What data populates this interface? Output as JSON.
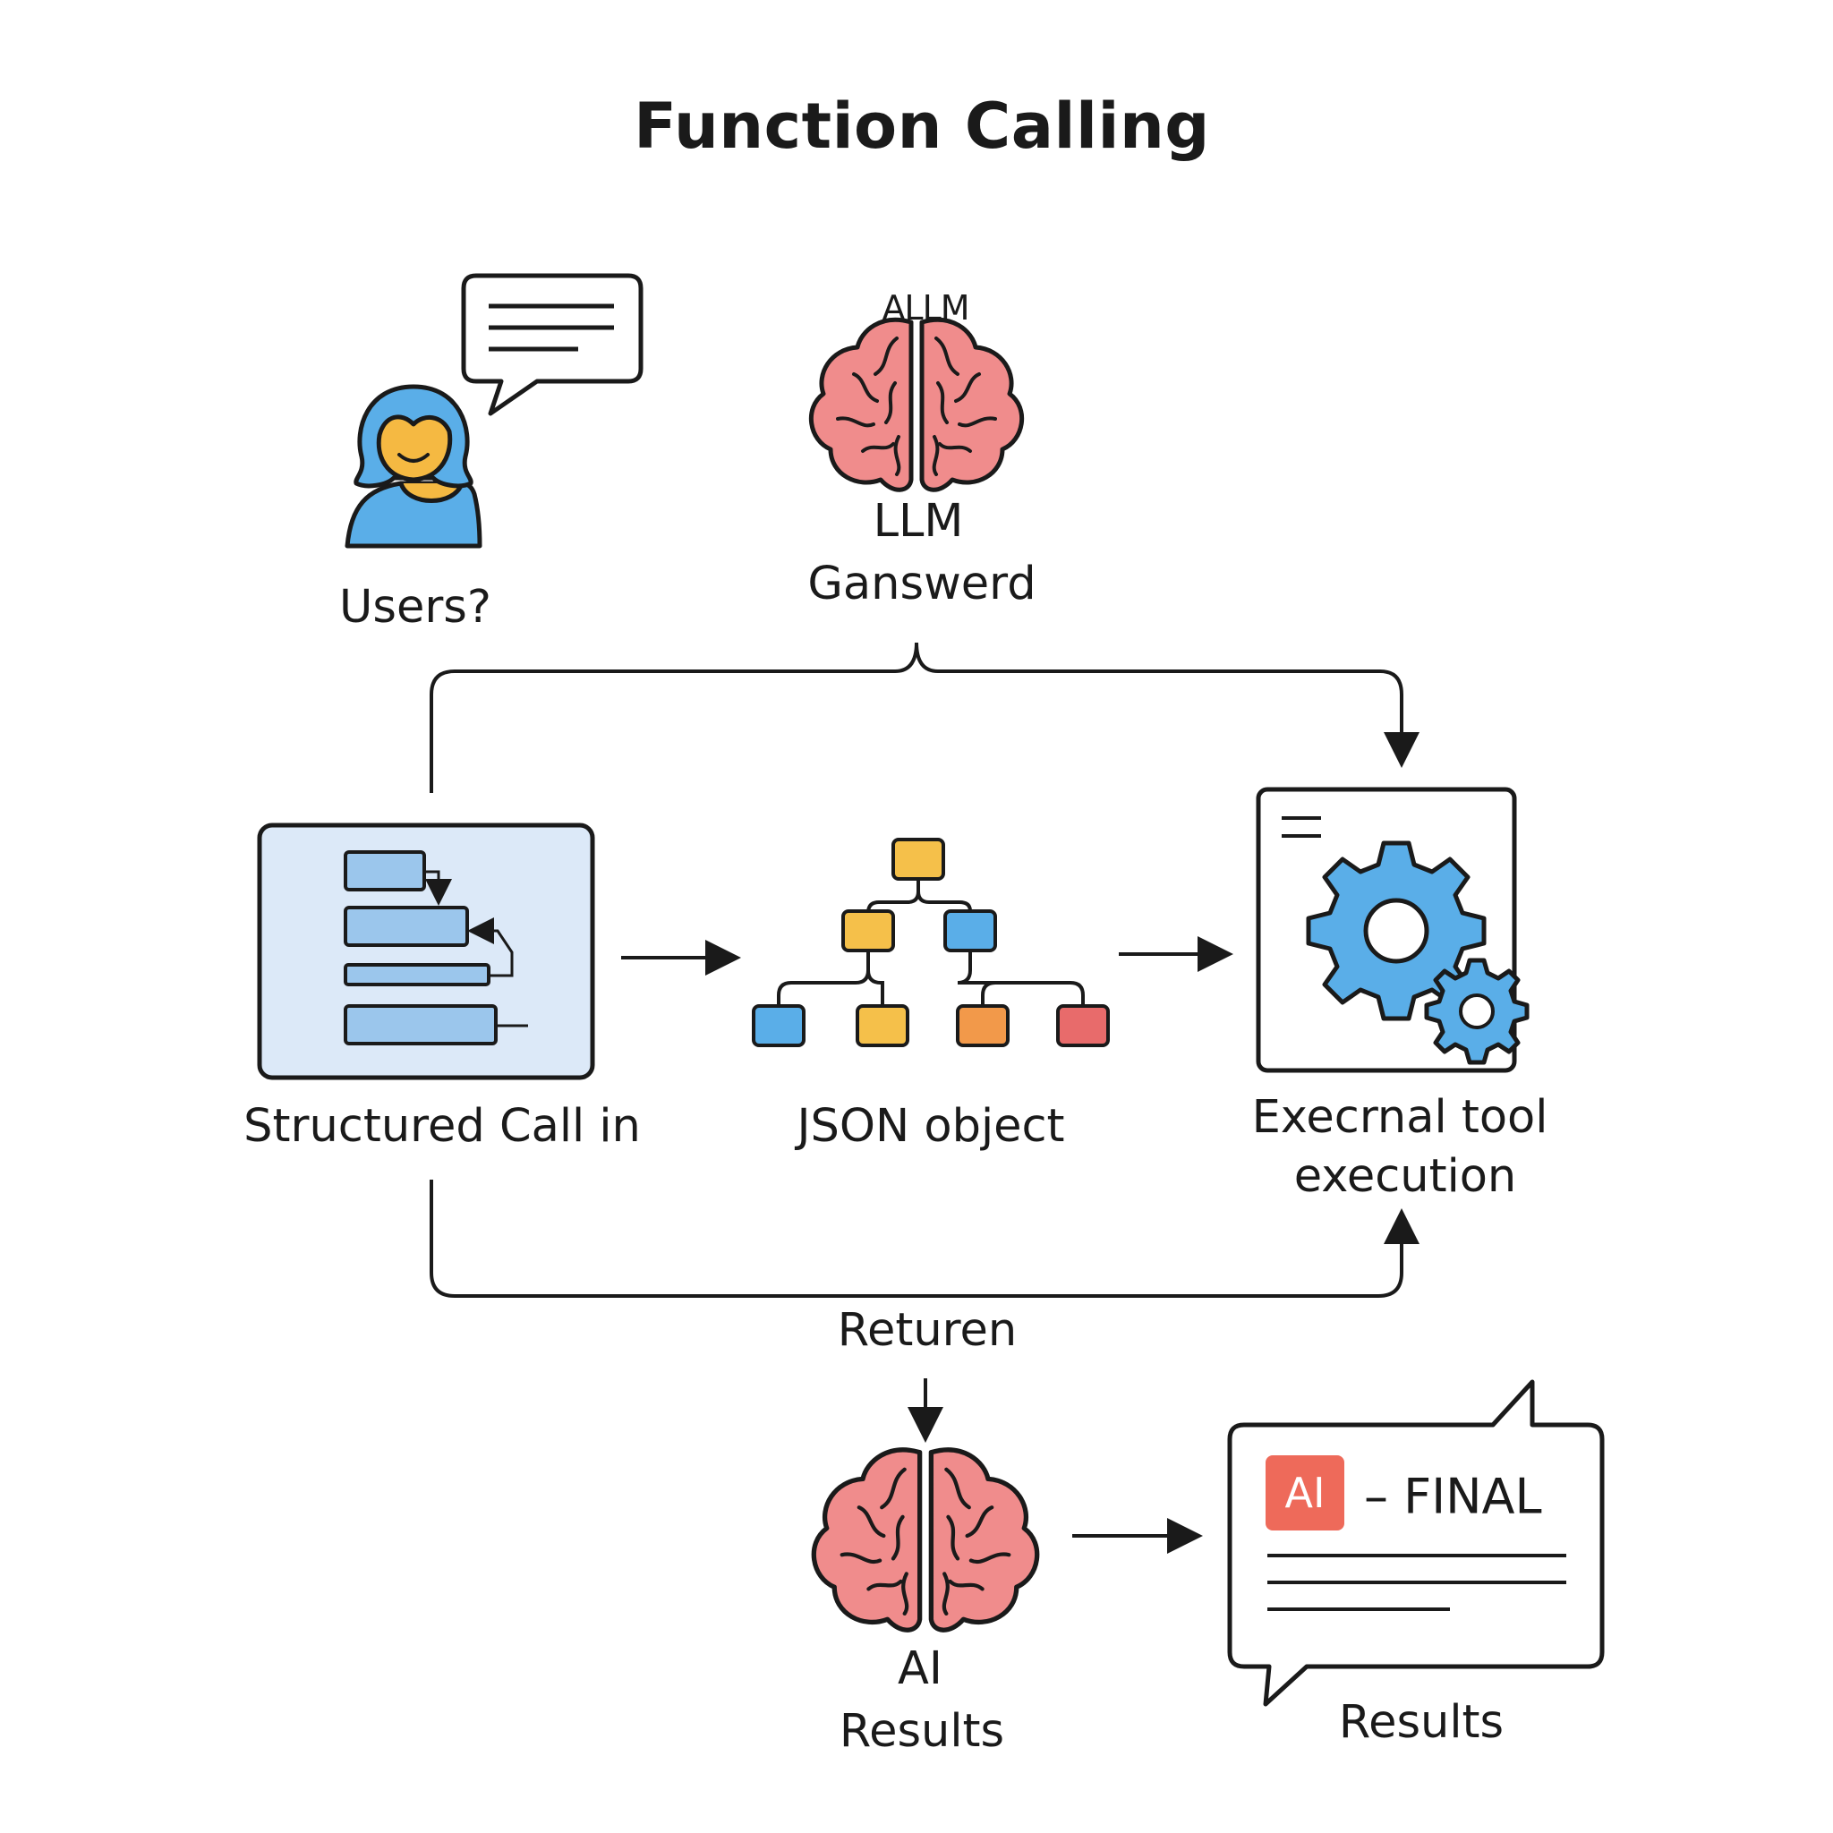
{
  "title": "Function Calling",
  "nodes": {
    "user": {
      "label": "Users?"
    },
    "llm": {
      "icon_text": "ALLM",
      "label_line1": "LLM",
      "label_line2": "Ganswerd"
    },
    "structured_call": {
      "label": "Structured Call in"
    },
    "json_object": {
      "label": "JSON object"
    },
    "external_tool": {
      "label_line1": "Execrnal tool",
      "label_line2": "execution"
    },
    "ai_results": {
      "label_line1": "AI",
      "label_line2": "Results"
    },
    "final": {
      "badge": "AI",
      "heading": "– FINAL",
      "label": "Results"
    }
  },
  "edges": {
    "return_label": "Returen"
  },
  "colors": {
    "stroke": "#1a1a1a",
    "brain": "#f08c8c",
    "user_hair": "#5aaee8",
    "user_skin": "#f5b942",
    "panel_fill": "#dce9f8",
    "bar_fill": "#9bc6ec",
    "gear": "#5aaee8",
    "node_yellow": "#f5c04a",
    "node_blue": "#5aaee8",
    "node_orange": "#f2994a",
    "node_red": "#e86b6b",
    "badge": "#ee6a5a"
  }
}
